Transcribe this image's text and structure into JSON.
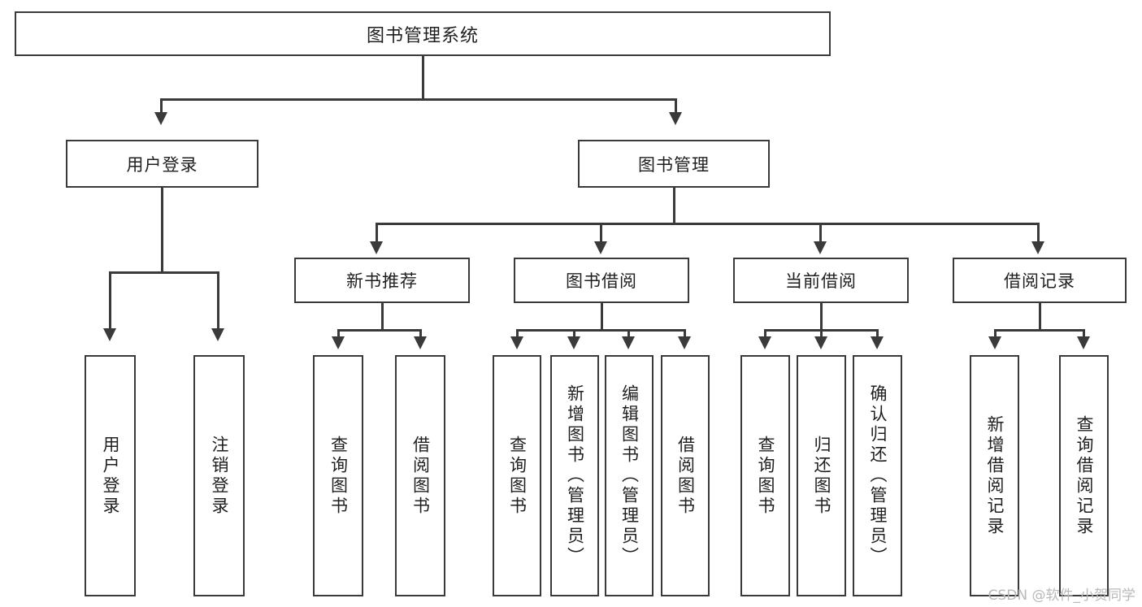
{
  "diagram": {
    "title": "图书管理系统",
    "type": "tree",
    "root": {
      "id": "root",
      "label": "图书管理系统",
      "orientation": "horizontal"
    },
    "level2": [
      {
        "id": "user-login",
        "label": "用户登录",
        "orientation": "horizontal"
      },
      {
        "id": "book-management",
        "label": "图书管理",
        "orientation": "horizontal"
      }
    ],
    "level3": [
      {
        "id": "new-book-recommend",
        "label": "新书推荐",
        "orientation": "horizontal",
        "parent": "book-management"
      },
      {
        "id": "book-borrow",
        "label": "图书借阅",
        "orientation": "horizontal",
        "parent": "book-management"
      },
      {
        "id": "current-borrow",
        "label": "当前借阅",
        "orientation": "horizontal",
        "parent": "book-management"
      },
      {
        "id": "borrow-record",
        "label": "借阅记录",
        "orientation": "horizontal",
        "parent": "book-management"
      }
    ],
    "leaves": [
      {
        "id": "leaf-user-login",
        "label": "用户登录",
        "orientation": "vertical",
        "parent": "user-login"
      },
      {
        "id": "leaf-user-logout",
        "label": "注销登录",
        "orientation": "vertical",
        "parent": "user-login"
      },
      {
        "id": "leaf-recommend-query",
        "label": "查询图书",
        "orientation": "vertical",
        "parent": "new-book-recommend"
      },
      {
        "id": "leaf-recommend-borrow",
        "label": "借阅图书",
        "orientation": "vertical",
        "parent": "new-book-recommend"
      },
      {
        "id": "leaf-borrow-query",
        "label": "查询图书",
        "orientation": "vertical",
        "parent": "book-borrow"
      },
      {
        "id": "leaf-borrow-add",
        "label": "新增图书（管理员）",
        "orientation": "vertical",
        "parent": "book-borrow"
      },
      {
        "id": "leaf-borrow-edit",
        "label": "编辑图书（管理员）",
        "orientation": "vertical",
        "parent": "book-borrow"
      },
      {
        "id": "leaf-borrow-lend",
        "label": "借阅图书",
        "orientation": "vertical",
        "parent": "book-borrow"
      },
      {
        "id": "leaf-current-query",
        "label": "查询图书",
        "orientation": "vertical",
        "parent": "current-borrow"
      },
      {
        "id": "leaf-current-return",
        "label": "归还图书",
        "orientation": "vertical",
        "parent": "current-borrow"
      },
      {
        "id": "leaf-current-confirm",
        "label": "确认归还（管理员）",
        "orientation": "vertical",
        "parent": "current-borrow"
      },
      {
        "id": "leaf-record-add",
        "label": "新增借阅记录",
        "orientation": "vertical",
        "parent": "borrow-record"
      },
      {
        "id": "leaf-record-query",
        "label": "查询借阅记录",
        "orientation": "vertical",
        "parent": "borrow-record"
      }
    ]
  },
  "watermark": {
    "text": "CSDN @软件_小贺同学"
  },
  "colors": {
    "stroke": "#3a3a3a",
    "fill": "#ffffff",
    "text": "#1f1f1f",
    "watermark": "#b9b9b9"
  }
}
